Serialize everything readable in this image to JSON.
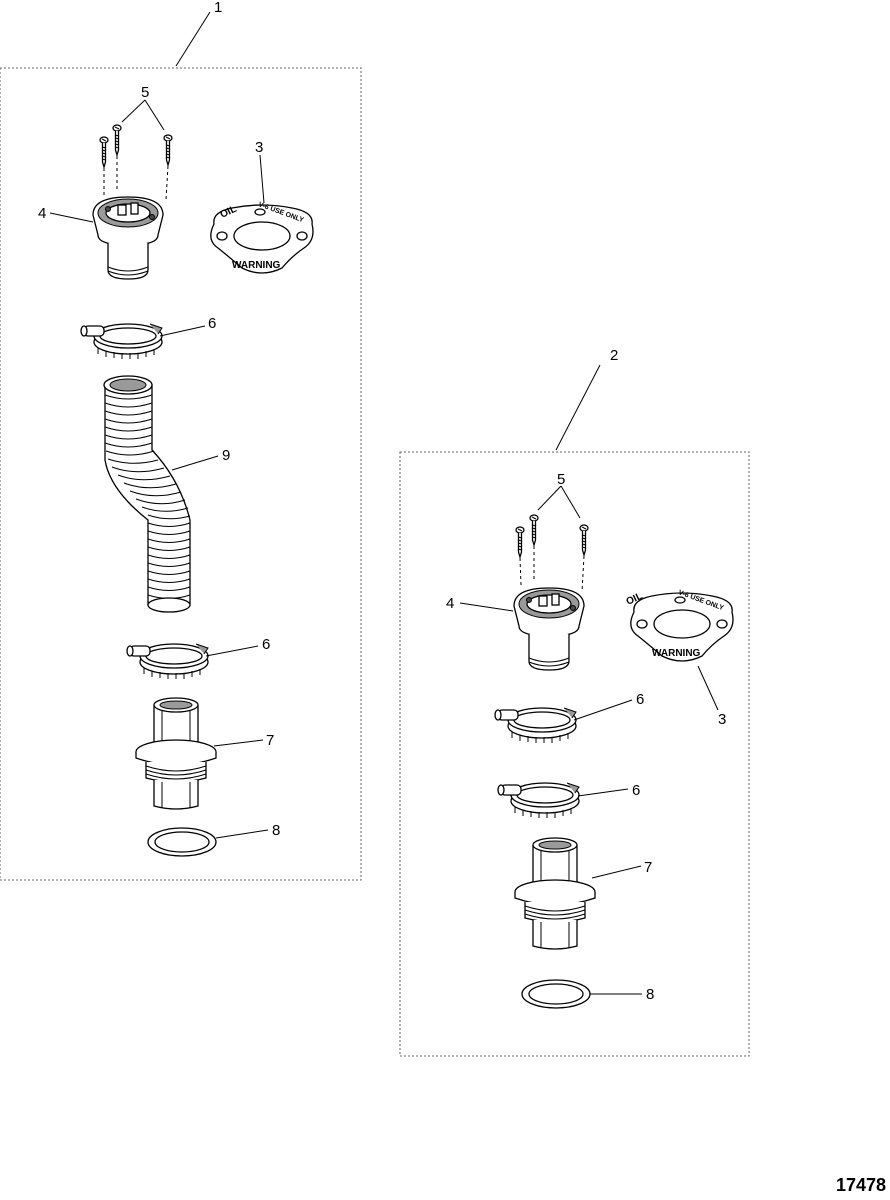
{
  "figure_id": "17478",
  "assemblies": [
    {
      "number": "1",
      "callouts": {
        "screws": "5",
        "plate": "3",
        "deck_fill": "4",
        "clamp_top": "6",
        "hose": "9",
        "clamp_bottom": "6",
        "fitting": "7",
        "gasket": "8"
      },
      "plate": {
        "oil": "OIL",
        "text": "V-6 USE ONLY",
        "warning": "WARNING"
      }
    },
    {
      "number": "2",
      "callouts": {
        "screws": "5",
        "plate": "3",
        "deck_fill": "4",
        "clamp_top": "6",
        "clamp_bottom": "6",
        "fitting": "7",
        "gasket": "8"
      },
      "plate": {
        "oil": "OIL",
        "text": "V-6 USE ONLY",
        "warning": "WARNING"
      }
    }
  ]
}
